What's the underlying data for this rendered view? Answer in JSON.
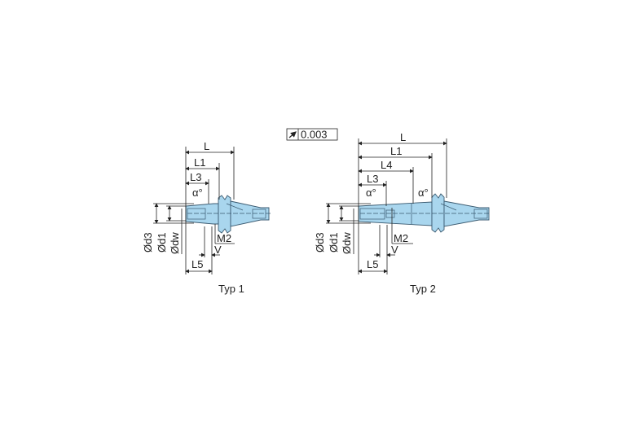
{
  "tolerance": {
    "symbol": "runout-icon",
    "value": "0.003"
  },
  "typ1": {
    "caption": "Typ 1",
    "labels": {
      "L": "L",
      "L1": "L1",
      "L3": "L3",
      "alpha": "α°",
      "d3": "Ød3",
      "d1": "Ød1",
      "dw": "Ødw",
      "M2": "M2",
      "V": "V",
      "L5": "L5"
    }
  },
  "typ2": {
    "caption": "Typ 2",
    "labels": {
      "L": "L",
      "L1": "L1",
      "L4": "L4",
      "L3": "L3",
      "alpha1": "α°",
      "alpha2": "α°",
      "d3": "Ød3",
      "d1": "Ød1",
      "dw": "Ødw",
      "M2": "M2",
      "V": "V",
      "L5": "L5"
    }
  },
  "colors": {
    "body": "#a9d6ee",
    "outline": "#3a5a70"
  }
}
